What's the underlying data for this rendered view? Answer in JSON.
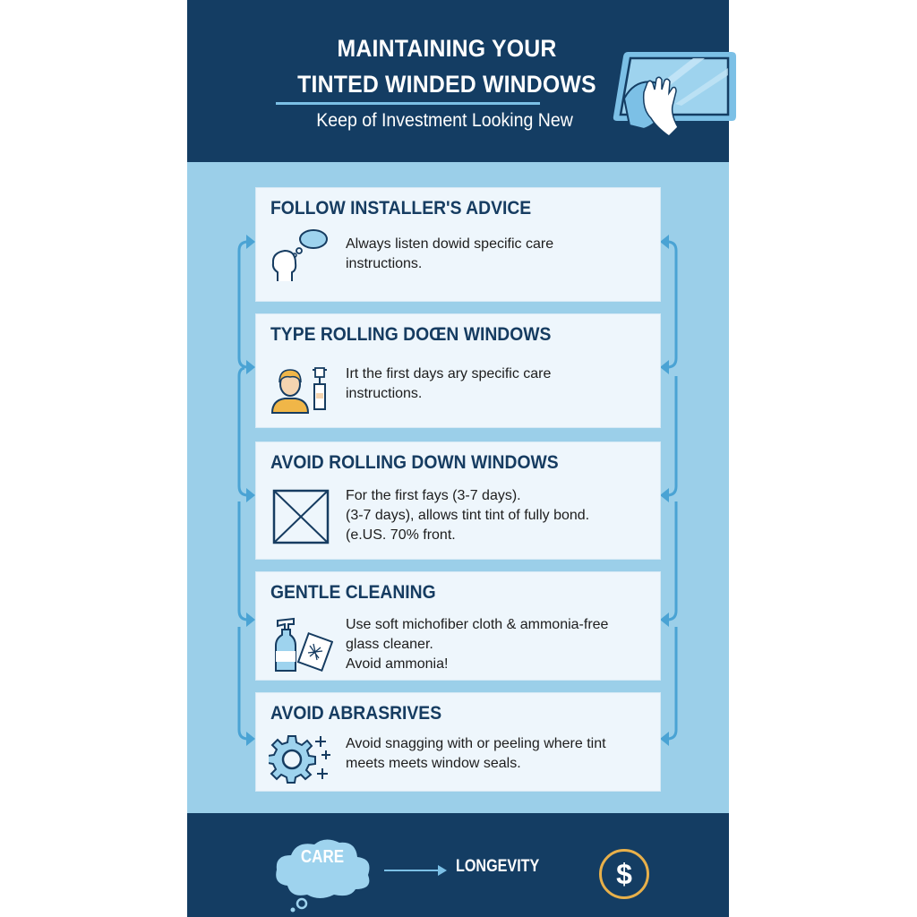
{
  "header": {
    "title_line1": "MAINTAINING YOUR",
    "title_line2": "TINTED WINDED WINDOWS",
    "subtitle": "Keep of Investment Looking New",
    "icon": "window-wipe-hand-icon"
  },
  "cards": [
    {
      "title": "FOLLOW INSTALLER'S ADVICE",
      "icon": "thinking-head-icon",
      "lines": [
        "Always listen dowid specific care",
        "instructions."
      ]
    },
    {
      "title": "TYPE ROLLING DOŒN WINDOWS",
      "icon": "person-spray-icon",
      "lines": [
        "Irt the first days ary specific care",
        "instructions."
      ]
    },
    {
      "title": "AVOID ROLLING DOWN WINDOWS",
      "icon": "window-x-icon",
      "lines": [
        "For the first fays (3-7 days).",
        "(3-7 days), allows tint tint of fully bond.",
        "(e.US. 70% front."
      ]
    },
    {
      "title": "GENTLE CLEANING",
      "icon": "spray-bottle-cloth-icon",
      "lines": [
        "Use soft michofiber cloth & ammonia-free",
        "glass cleaner.",
        "Avoid ammonia!"
      ]
    },
    {
      "title": "AVOID ABRASRIVES",
      "icon": "gear-sparkle-icon",
      "lines": [
        "Avoid snagging with or peeling where tint",
        "meets meets window seals."
      ]
    }
  ],
  "footer": {
    "care_label": "CARE",
    "longevity_label": "LONGEVITY",
    "dollar_symbol": "$"
  },
  "colors": {
    "navy": "#143d63",
    "panel_blue": "#9bcfe9",
    "card_bg": "#eef6fc",
    "accent_blue": "#4aa3d4",
    "gold": "#e8b04a"
  }
}
